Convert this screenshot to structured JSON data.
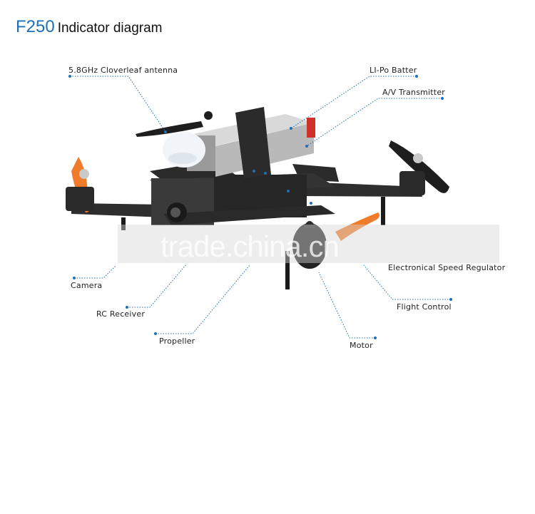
{
  "header": {
    "model": "F250",
    "title": "Indicator diagram"
  },
  "labels": {
    "antenna": "5.8GHz Cloverleaf antenna",
    "battery": "LI-Po Batter",
    "transmitter": "A/V Transmitter",
    "esc": "Electronical Speed Regulator",
    "camera": "Camera",
    "receiver": "RC Receiver",
    "propeller": "Propeller",
    "motor": "Motor",
    "flight_control": "Flight Control"
  },
  "watermark": "trade.china.cn",
  "colors": {
    "model": "#1f6fb4",
    "leader": "#1f6fb4",
    "propeller": "#f07b2a",
    "frame": "#2a2a2a"
  }
}
